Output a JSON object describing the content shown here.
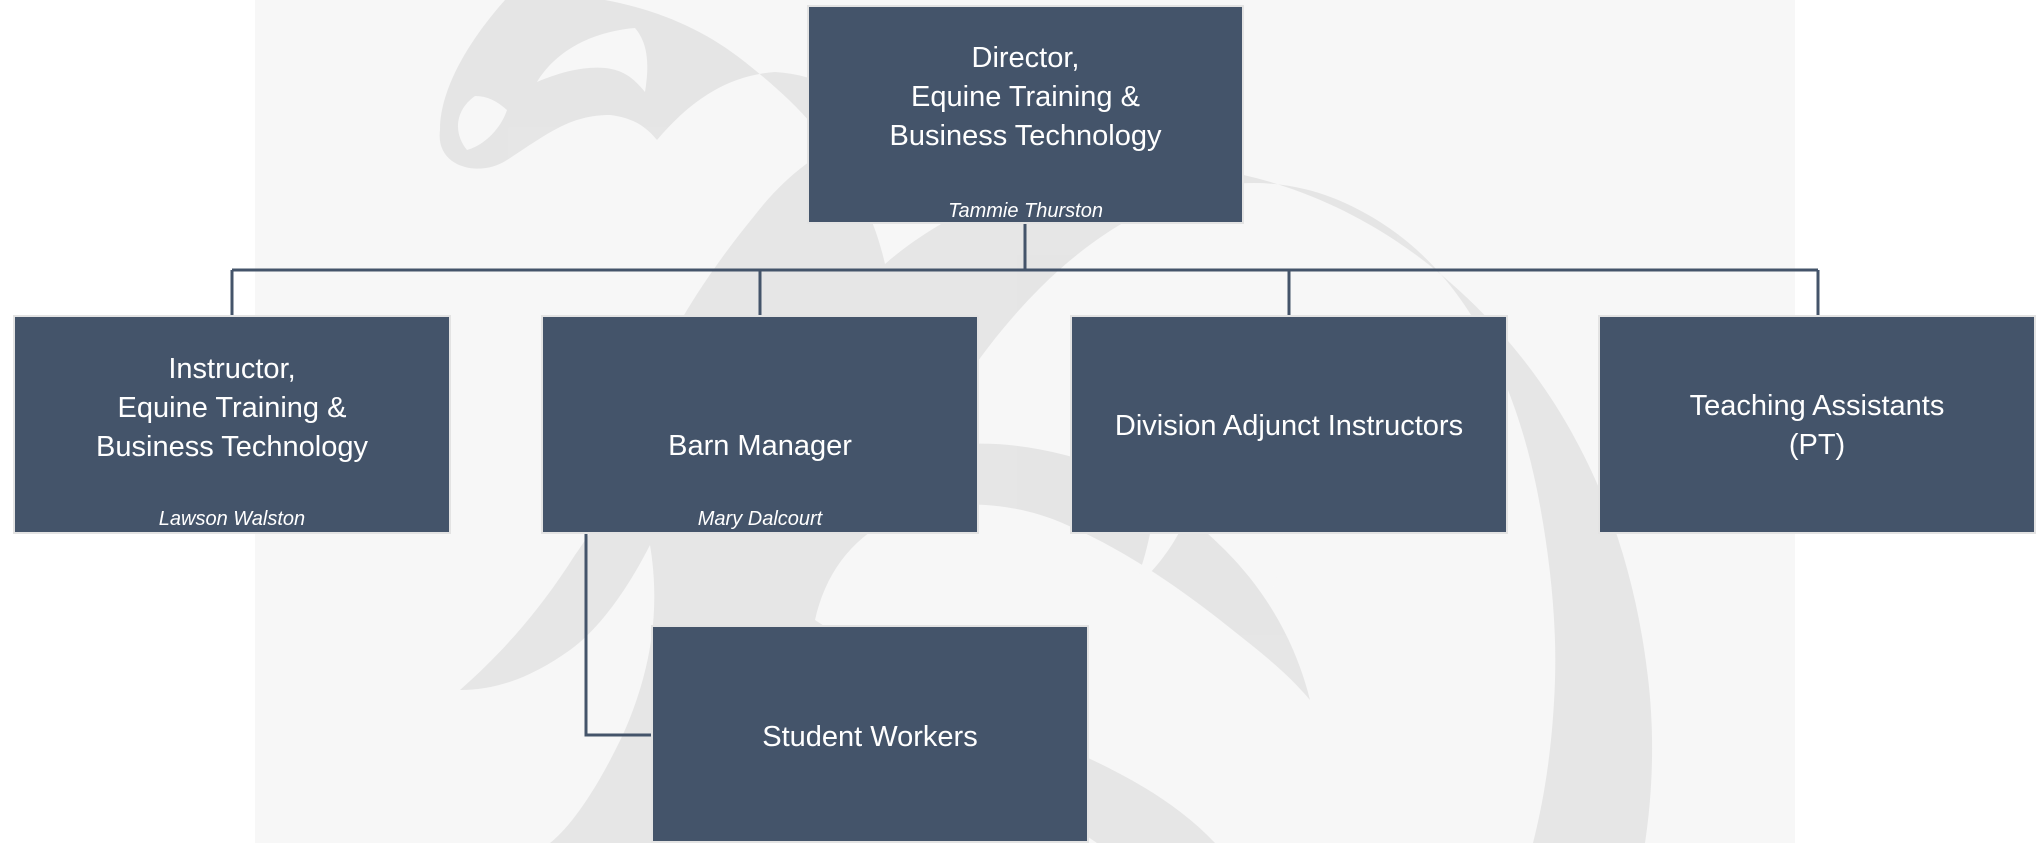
{
  "org_chart": {
    "root": {
      "title": "Director,\nEquine Training &\nBusiness Technology",
      "person": "Tammie Thurston"
    },
    "level1": [
      {
        "title": "Instructor,\nEquine Training &\nBusiness Technology",
        "person": "Lawson Walston"
      },
      {
        "title": "Barn Manager",
        "person": "Mary Dalcourt"
      },
      {
        "title": "Division Adjunct Instructors"
      },
      {
        "title": "Teaching Assistants\n(PT)"
      }
    ],
    "level2": [
      {
        "title": "Student Workers",
        "reports_to": "Barn Manager"
      }
    ]
  },
  "colors": {
    "box_fill": "#44546a",
    "box_border": "#e3e3e3",
    "text": "#ffffff",
    "connector": "#44546a",
    "watermark": "#e5e5e5"
  },
  "watermark": {
    "icon": "horse-head-watermark"
  }
}
